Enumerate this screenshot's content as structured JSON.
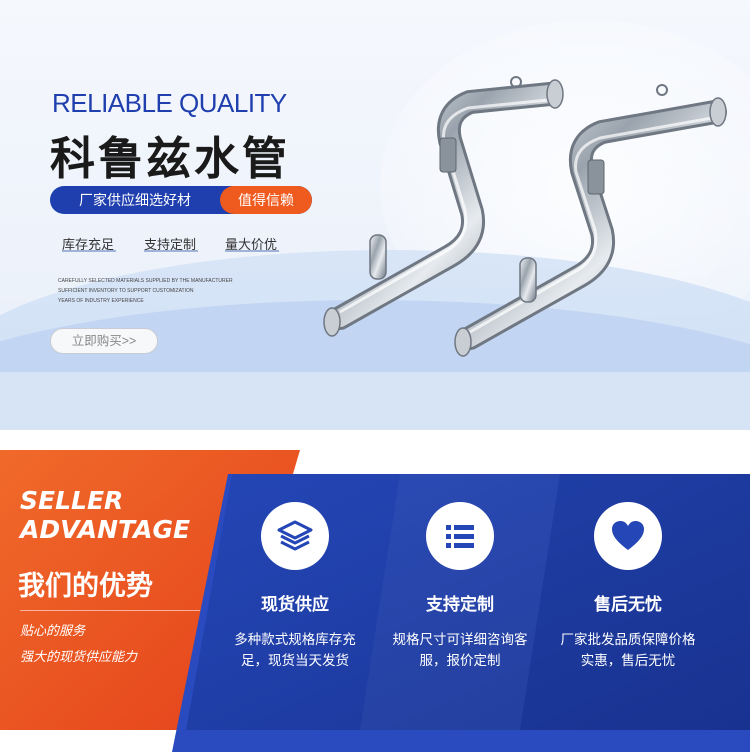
{
  "hero": {
    "en_title": "RELIABLE QUALITY",
    "cn_title": "科鲁兹水管",
    "pill_left": "厂家供应细选好材",
    "pill_right": "值得信赖",
    "tags": [
      "库存充足",
      "支持定制",
      "量大价优"
    ],
    "fine_print": [
      "CAREFULLY SELECTED MATERIALS SUPPLIED BY THE MANUFACTURER",
      "SUFFICIENT INVENTORY TO SUPPORT CUSTOMIZATION",
      "YEARS OF INDUSTRY EXPERIENCE"
    ],
    "buy_button": "立即购买>>"
  },
  "advantage": {
    "en_line1": "SELLER",
    "en_line2": "ADVANTAGE",
    "cn_title": "我们的优势",
    "sub1": "贴心的服务",
    "sub2": "强大的现货供应能力",
    "features": [
      {
        "icon": "layers-icon",
        "title": "现货供应",
        "desc": "多种款式规格库存充足，现货当天发货"
      },
      {
        "icon": "list-icon",
        "title": "支持定制",
        "desc": "规格尺寸可详细咨询客服，报价定制"
      },
      {
        "icon": "heart-icon",
        "title": "售后无忧",
        "desc": "厂家批发品质保障价格实惠，售后无忧"
      }
    ]
  },
  "colors": {
    "brand_blue": "#1f3fae",
    "accent_orange": "#ef5a1e",
    "panel_blue": "#1e3ea6"
  }
}
